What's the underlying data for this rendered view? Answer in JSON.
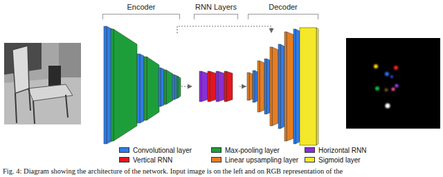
{
  "diagram": {
    "caption": "Fig. 4: Diagram showing the architecture of the network. Input image is on the left and on RGB representation of the",
    "nodes": [
      {
        "text": [
          "Encoder"
        ]
      },
      {
        "text": [
          "RNN Layers"
        ]
      },
      {
        "text": [
          "Decoder"
        ]
      }
    ],
    "edges": [
      {
        "from": 0,
        "to": 1,
        "arrow": "to"
      },
      {
        "from": 1,
        "to": 2,
        "arrow": "to"
      },
      {
        "from": 0,
        "to": 2,
        "arrow": "to"
      }
    ],
    "legend": [
      {
        "text": "Convolutional layer",
        "color": "#2f7ce8"
      },
      {
        "text": "Max-pooling layer",
        "color": "#1e9e3a"
      },
      {
        "text": "Horizontal RNN",
        "color": "#8a2fd6"
      },
      {
        "text": "Vertical RNN",
        "color": "#e3151d"
      },
      {
        "text": "Linear upsampling layer",
        "color": "#e67e22"
      },
      {
        "text": "Sigmoid layer",
        "color": "#f5e82a"
      }
    ]
  }
}
